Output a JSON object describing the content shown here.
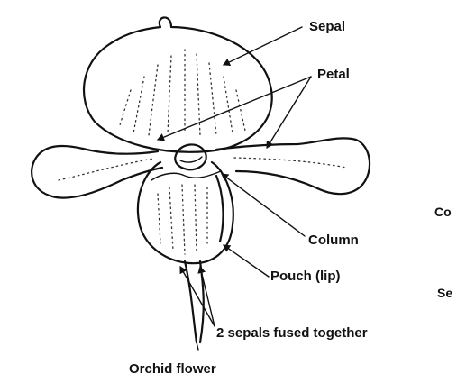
{
  "labels": {
    "sepal": "Sepal",
    "petal": "Petal",
    "column": "Column",
    "pouch": "Pouch (lip)",
    "fused_sepals": "2 sepals fused together",
    "caption": "Orchid flower",
    "edge_column_fragment": "Co",
    "edge_sepal_fragment": "Se"
  },
  "colors": {
    "ink": "#111111",
    "background": "#ffffff"
  }
}
